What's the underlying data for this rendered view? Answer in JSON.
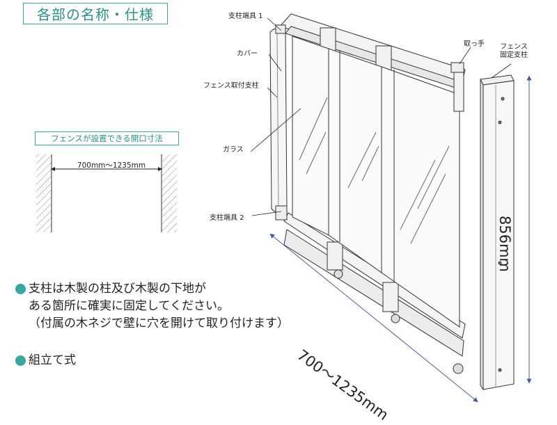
{
  "title": "各部の名称・仕様",
  "opening": {
    "box_label": "フェンスが設置できる開口寸法",
    "dimension_label": "700mm〜1235mm"
  },
  "parts": {
    "post_end_1": "支柱端具 1",
    "cover": "カバー",
    "fence_post": "フェンス取付支柱",
    "glass": "ガラス",
    "post_end_2": "支柱端具 2",
    "handle": "取っ手",
    "fixed_post_line1": "フェンス",
    "fixed_post_line2": "固定支柱"
  },
  "dimensions": {
    "width": "700〜1235mm",
    "height": "856mm"
  },
  "notes": {
    "note1_line1": "支柱は木製の柱及び木製の下地が",
    "note1_line2": "ある箇所に確実に固定してください。",
    "note1_line3": "（付属の木ネジで壁に穴を開けて取り付けます）",
    "note2": "組立て式"
  },
  "colors": {
    "accent": "#3aa6a0",
    "dimension_line": "#4a5aa0"
  }
}
